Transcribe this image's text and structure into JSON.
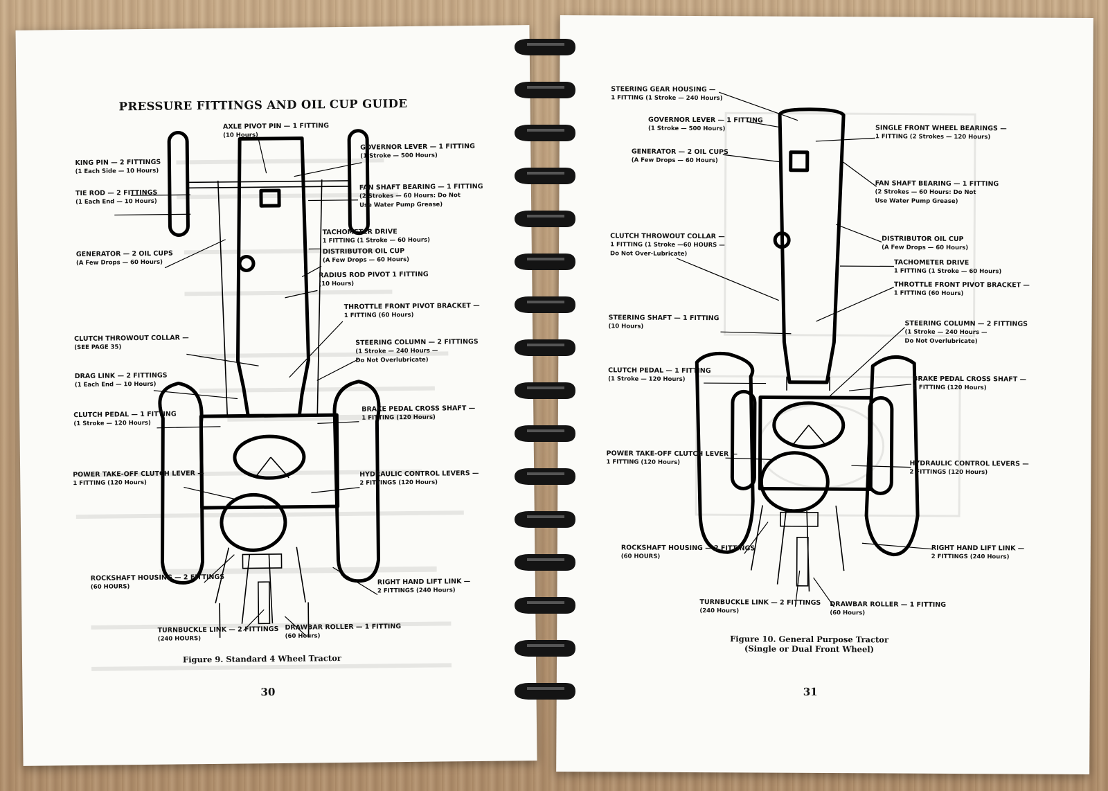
{
  "left": {
    "title": "PRESSURE FITTINGS AND OIL CUP GUIDE",
    "caption": "Figure 9.   Standard 4 Wheel Tractor",
    "page_number": "30",
    "labels": {
      "axle": [
        "AXLE PIVOT PIN — 1 FITTING",
        "(10 Hours)"
      ],
      "king": [
        "KING PIN — 2 FITTINGS",
        "(1 Each Side — 10 Hours)"
      ],
      "gov": [
        "GOVERNOR LEVER — 1 FITTING",
        "(1 Stroke — 500 Hours)"
      ],
      "tie": [
        "TIE ROD — 2 FITTINGS",
        "(1 Each End — 10 Hours)"
      ],
      "fan": [
        "FAN SHAFT BEARING — 1 FITTING",
        "(2 Strokes — 60 Hours: Do Not",
        "Use Water Pump Grease)"
      ],
      "tach": [
        "TACHOMETER DRIVE",
        "1 FITTING (1 Stroke — 60 Hours)"
      ],
      "gen": [
        "GENERATOR — 2 OIL CUPS",
        "(A Few Drops — 60 Hours)"
      ],
      "dist": [
        "DISTRIBUTOR OIL CUP",
        "(A Few Drops — 60 Hours)"
      ],
      "rad": [
        "RADIUS ROD PIVOT 1 FITTING",
        "(10 Hours)"
      ],
      "throt": [
        "THROTTLE FRONT PIVOT BRACKET —",
        "1 FITTING (60 Hours)"
      ],
      "clthr": [
        "CLUTCH THROWOUT COLLAR —",
        "(SEE PAGE 35)"
      ],
      "steer": [
        "STEERING COLUMN — 2 FITTINGS",
        "(1 Stroke — 240 Hours —",
        "Do Not Overlubricate)"
      ],
      "drag": [
        "DRAG LINK — 2 FITTINGS",
        "(1 Each End — 10 Hours)"
      ],
      "clped": [
        "CLUTCH PEDAL — 1 FITTING",
        "(1 Stroke — 120 Hours)"
      ],
      "brake": [
        "BRAKE PEDAL CROSS SHAFT —",
        "1 FITTING (120 Hours)"
      ],
      "pto": [
        "POWER TAKE-OFF CLUTCH LEVER —",
        "1 FITTING (120 Hours)"
      ],
      "hyd": [
        "HYDRAULIC CONTROL LEVERS —",
        "2 FITTINGS (120 Hours)"
      ],
      "rock": [
        "ROCKSHAFT HOUSING — 2 FITTINGS",
        "(60 HOURS)"
      ],
      "rhl": [
        "RIGHT HAND LIFT LINK —",
        "2 FITTINGS (240 Hours)"
      ],
      "turn": [
        "TURNBUCKLE LINK — 2 FITTINGS",
        "(240 HOURS)"
      ],
      "draw": [
        "DRAWBAR ROLLER — 1 FITTING",
        "(60 Hours)"
      ]
    }
  },
  "right": {
    "caption": [
      "Figure 10.   General Purpose Tractor",
      "(Single or Dual Front Wheel)"
    ],
    "page_number": "31",
    "labels": {
      "sgh": [
        "STEERING GEAR HOUSING —",
        "1 FITTING (1 Stroke — 240 Hours)"
      ],
      "gov": [
        "GOVERNOR LEVER — 1 FITTING",
        "(1 Stroke — 500 Hours)"
      ],
      "sfw": [
        "SINGLE FRONT WHEEL BEARINGS —",
        "1 FITTING (2 Strokes — 120 Hours)"
      ],
      "gen": [
        "GENERATOR — 2 OIL CUPS",
        "(A Few Drops — 60 Hours)"
      ],
      "fan": [
        "FAN SHAFT BEARING — 1 FITTING",
        "(2 Strokes — 60 Hours: Do Not",
        "Use Water Pump Grease)"
      ],
      "clthr": [
        "CLUTCH THROWOUT COLLAR —",
        "1 FITTING (1 Stroke —60 HOURS —",
        "Do Not Over-Lubricate)"
      ],
      "dist": [
        "DISTRIBUTOR OIL CUP",
        "(A Few Drops — 60 Hours)"
      ],
      "tach": [
        "TACHOMETER DRIVE",
        "1 FITTING (1 Stroke — 60 Hours)"
      ],
      "throt": [
        "THROTTLE FRONT PIVOT BRACKET —",
        "1 FITTING (60 Hours)"
      ],
      "sshaft": [
        "STEERING SHAFT — 1 FITTING",
        "(10 Hours)"
      ],
      "scol": [
        "STEERING COLUMN — 2 FITTINGS",
        "(1 Stroke — 240 Hours —",
        "Do Not Overlubricate)"
      ],
      "clped": [
        "CLUTCH PEDAL — 1 FITTING",
        "(1 Stroke — 120 Hours)"
      ],
      "brake": [
        "BRAKE PEDAL CROSS SHAFT —",
        "1 FITTING (120 Hours)"
      ],
      "pto": [
        "POWER TAKE-OFF CLUTCH LEVER —",
        "1 FITTING (120 Hours)"
      ],
      "hyd": [
        "HYDRAULIC CONTROL LEVERS —",
        "2 FITTINGS (120 Hours)"
      ],
      "rock": [
        "ROCKSHAFT HOUSING — 2 FITTINGS",
        "(60 HOURS)"
      ],
      "rhl": [
        "RIGHT HAND LIFT LINK —",
        "2 FITTINGS (240 Hours)"
      ],
      "turn": [
        "TURNBUCKLE LINK — 2 FITTINGS",
        "(240 Hours)"
      ],
      "draw": [
        "DRAWBAR ROLLER — 1 FITTING",
        "(60 Hours)"
      ]
    }
  }
}
